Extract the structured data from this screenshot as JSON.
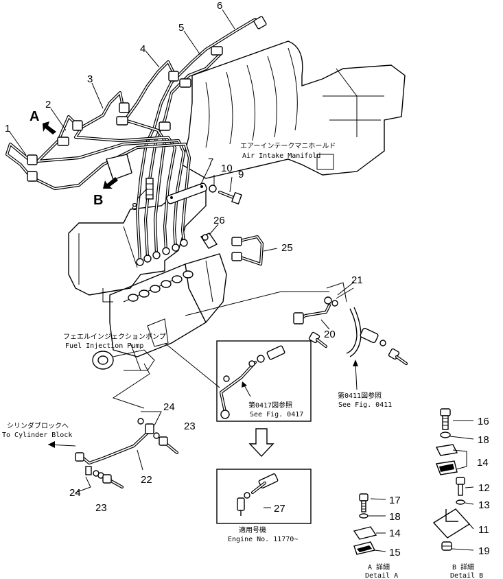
{
  "callouts": {
    "c1": "1",
    "c2": "2",
    "c3": "3",
    "c4": "4",
    "c5": "5",
    "c6": "6",
    "c7": "7",
    "c8": "8",
    "c9": "9",
    "c10": "10",
    "c11": "11",
    "c12": "12",
    "c13": "13",
    "c14a": "14",
    "c14b": "14",
    "c15": "15",
    "c16": "16",
    "c17": "17",
    "c18a": "18",
    "c18b": "18",
    "c19": "19",
    "c20": "20",
    "c21": "21",
    "c22": "22",
    "c23a": "23",
    "c23b": "23",
    "c24a": "24",
    "c24b": "24",
    "c25": "25",
    "c26": "26",
    "c27": "27"
  },
  "markers": {
    "a": "A",
    "b": "B"
  },
  "labels": {
    "intake_jp": "エアーインテークマニホールド",
    "intake_en": "Air Intake Manifold",
    "pump_jp": "フェエルインジェクションポンプ",
    "pump_en": "Fuel Injection Pump",
    "cyl_jp": "シリンダブロックへ",
    "cyl_en": "To Cylinder Block",
    "fig0417_jp": "第0417図参照",
    "fig0417_en": "See Fig. 0417",
    "fig0411_jp": "第0411図参照",
    "fig0411_en": "See Fig. 0411",
    "engine_jp": "適用号機",
    "engine_en": "Engine No. 11770~",
    "detail_a_jp": "A 詳細",
    "detail_a_en": "Detail A",
    "detail_b_jp": "B 詳細",
    "detail_b_en": "Detail B"
  }
}
